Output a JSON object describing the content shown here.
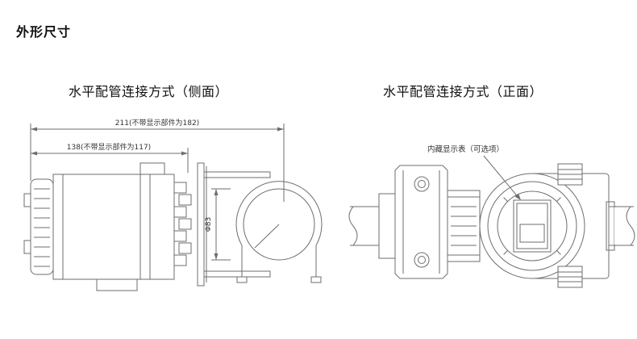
{
  "page": {
    "title": "外形尺寸"
  },
  "drawings": {
    "side": {
      "caption": "水平配管连接方式（侧面）",
      "dim_total": "211(不带显示部件为182)",
      "dim_partial": "138(不带显示部件为117)",
      "dim_diameter": "Φ83"
    },
    "front": {
      "caption": "水平配管连接方式（正面）",
      "annotation": "内藏显示表（可选项）"
    }
  },
  "colors": {
    "line": "#6e6e6e",
    "text": "#333333"
  }
}
